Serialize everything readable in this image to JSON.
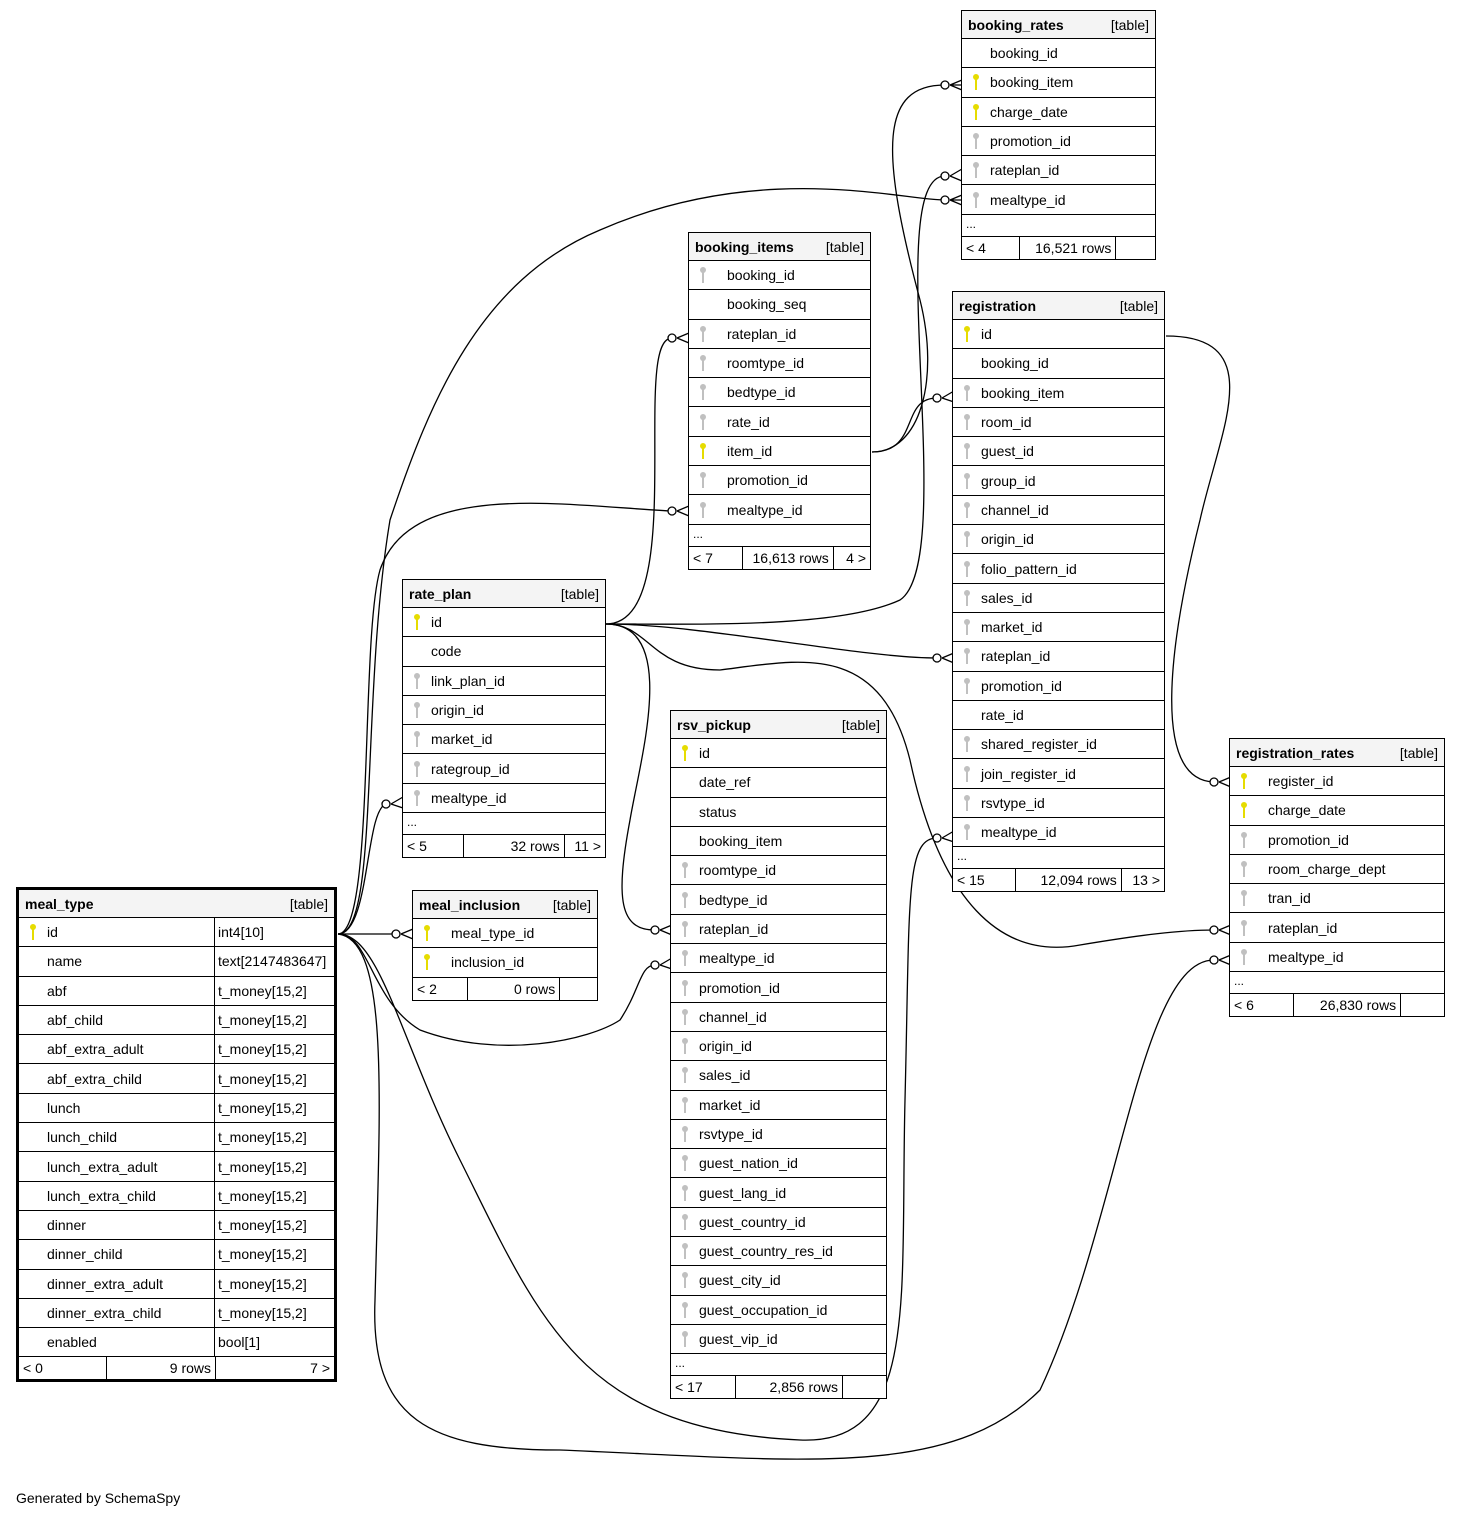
{
  "footer": "Generated by SchemaSpy",
  "tables": {
    "booking_rates": {
      "name": "booking_rates",
      "kind": "[table]",
      "columns": [
        {
          "name": "booking_id",
          "key": "none"
        },
        {
          "name": "booking_item",
          "key": "pk"
        },
        {
          "name": "charge_date",
          "key": "pk"
        },
        {
          "name": "promotion_id",
          "key": "fk"
        },
        {
          "name": "rateplan_id",
          "key": "fk"
        },
        {
          "name": "mealtype_id",
          "key": "fk"
        }
      ],
      "more": "...",
      "parents": "< 4",
      "rows": "16,521 rows",
      "children": ""
    },
    "booking_items": {
      "name": "booking_items",
      "kind": "[table]",
      "columns": [
        {
          "name": "booking_id",
          "key": "fk"
        },
        {
          "name": "booking_seq",
          "key": "none"
        },
        {
          "name": "rateplan_id",
          "key": "fk"
        },
        {
          "name": "roomtype_id",
          "key": "fk"
        },
        {
          "name": "bedtype_id",
          "key": "fk"
        },
        {
          "name": "rate_id",
          "key": "fk"
        },
        {
          "name": "item_id",
          "key": "pk"
        },
        {
          "name": "promotion_id",
          "key": "fk"
        },
        {
          "name": "mealtype_id",
          "key": "fk"
        }
      ],
      "more": "...",
      "parents": "< 7",
      "rows": "16,613 rows",
      "children": "4 >"
    },
    "registration": {
      "name": "registration",
      "kind": "[table]",
      "columns": [
        {
          "name": "id",
          "key": "pk"
        },
        {
          "name": "booking_id",
          "key": "none"
        },
        {
          "name": "booking_item",
          "key": "fk"
        },
        {
          "name": "room_id",
          "key": "fk"
        },
        {
          "name": "guest_id",
          "key": "fk"
        },
        {
          "name": "group_id",
          "key": "fk"
        },
        {
          "name": "channel_id",
          "key": "fk"
        },
        {
          "name": "origin_id",
          "key": "fk"
        },
        {
          "name": "folio_pattern_id",
          "key": "fk"
        },
        {
          "name": "sales_id",
          "key": "fk"
        },
        {
          "name": "market_id",
          "key": "fk"
        },
        {
          "name": "rateplan_id",
          "key": "fk"
        },
        {
          "name": "promotion_id",
          "key": "fk"
        },
        {
          "name": "rate_id",
          "key": "none"
        },
        {
          "name": "shared_register_id",
          "key": "fk"
        },
        {
          "name": "join_register_id",
          "key": "fk"
        },
        {
          "name": "rsvtype_id",
          "key": "fk"
        },
        {
          "name": "mealtype_id",
          "key": "fk"
        }
      ],
      "more": "...",
      "parents": "< 15",
      "rows": "12,094 rows",
      "children": "13 >"
    },
    "rate_plan": {
      "name": "rate_plan",
      "kind": "[table]",
      "columns": [
        {
          "name": "id",
          "key": "pk"
        },
        {
          "name": "code",
          "key": "none"
        },
        {
          "name": "link_plan_id",
          "key": "fk"
        },
        {
          "name": "origin_id",
          "key": "fk"
        },
        {
          "name": "market_id",
          "key": "fk"
        },
        {
          "name": "rategroup_id",
          "key": "fk"
        },
        {
          "name": "mealtype_id",
          "key": "fk"
        }
      ],
      "more": "...",
      "parents": "< 5",
      "rows": "32 rows",
      "children": "11 >"
    },
    "rsv_pickup": {
      "name": "rsv_pickup",
      "kind": "[table]",
      "columns": [
        {
          "name": "id",
          "key": "pk"
        },
        {
          "name": "date_ref",
          "key": "none"
        },
        {
          "name": "status",
          "key": "none"
        },
        {
          "name": "booking_item",
          "key": "none"
        },
        {
          "name": "roomtype_id",
          "key": "fk"
        },
        {
          "name": "bedtype_id",
          "key": "fk"
        },
        {
          "name": "rateplan_id",
          "key": "fk"
        },
        {
          "name": "mealtype_id",
          "key": "fk"
        },
        {
          "name": "promotion_id",
          "key": "fk"
        },
        {
          "name": "channel_id",
          "key": "fk"
        },
        {
          "name": "origin_id",
          "key": "fk"
        },
        {
          "name": "sales_id",
          "key": "fk"
        },
        {
          "name": "market_id",
          "key": "fk"
        },
        {
          "name": "rsvtype_id",
          "key": "fk"
        },
        {
          "name": "guest_nation_id",
          "key": "fk"
        },
        {
          "name": "guest_lang_id",
          "key": "fk"
        },
        {
          "name": "guest_country_id",
          "key": "fk"
        },
        {
          "name": "guest_country_res_id",
          "key": "fk"
        },
        {
          "name": "guest_city_id",
          "key": "fk"
        },
        {
          "name": "guest_occupation_id",
          "key": "fk"
        },
        {
          "name": "guest_vip_id",
          "key": "fk"
        }
      ],
      "more": "...",
      "parents": "< 17",
      "rows": "2,856 rows",
      "children": ""
    },
    "registration_rates": {
      "name": "registration_rates",
      "kind": "[table]",
      "columns": [
        {
          "name": "register_id",
          "key": "pk"
        },
        {
          "name": "charge_date",
          "key": "pk"
        },
        {
          "name": "promotion_id",
          "key": "fk"
        },
        {
          "name": "room_charge_dept",
          "key": "fk"
        },
        {
          "name": "tran_id",
          "key": "fk"
        },
        {
          "name": "rateplan_id",
          "key": "fk"
        },
        {
          "name": "mealtype_id",
          "key": "fk"
        }
      ],
      "more": "...",
      "parents": "< 6",
      "rows": "26,830 rows",
      "children": ""
    },
    "meal_inclusion": {
      "name": "meal_inclusion",
      "kind": "[table]",
      "columns": [
        {
          "name": "meal_type_id",
          "key": "pk"
        },
        {
          "name": "inclusion_id",
          "key": "pk"
        }
      ],
      "more": "",
      "parents": "< 2",
      "rows": "0 rows",
      "children": ""
    },
    "meal_type": {
      "name": "meal_type",
      "kind": "[table]",
      "columns": [
        {
          "name": "id",
          "key": "pk",
          "type": "int4[10]"
        },
        {
          "name": "name",
          "key": "none",
          "type": "text[2147483647]"
        },
        {
          "name": "abf",
          "key": "none",
          "type": "t_money[15,2]"
        },
        {
          "name": "abf_child",
          "key": "none",
          "type": "t_money[15,2]"
        },
        {
          "name": "abf_extra_adult",
          "key": "none",
          "type": "t_money[15,2]"
        },
        {
          "name": "abf_extra_child",
          "key": "none",
          "type": "t_money[15,2]"
        },
        {
          "name": "lunch",
          "key": "none",
          "type": "t_money[15,2]"
        },
        {
          "name": "lunch_child",
          "key": "none",
          "type": "t_money[15,2]"
        },
        {
          "name": "lunch_extra_adult",
          "key": "none",
          "type": "t_money[15,2]"
        },
        {
          "name": "lunch_extra_child",
          "key": "none",
          "type": "t_money[15,2]"
        },
        {
          "name": "dinner",
          "key": "none",
          "type": "t_money[15,2]"
        },
        {
          "name": "dinner_child",
          "key": "none",
          "type": "t_money[15,2]"
        },
        {
          "name": "dinner_extra_adult",
          "key": "none",
          "type": "t_money[15,2]"
        },
        {
          "name": "dinner_extra_child",
          "key": "none",
          "type": "t_money[15,2]"
        },
        {
          "name": "enabled",
          "key": "none",
          "type": "bool[1]"
        }
      ],
      "more": "",
      "parents": "< 0",
      "rows": "9 rows",
      "children": "7 >"
    }
  },
  "relationships": [
    {
      "from": "meal_type.id",
      "to": "booking_rates.mealtype_id"
    },
    {
      "from": "meal_type.id",
      "to": "booking_items.mealtype_id"
    },
    {
      "from": "meal_type.id",
      "to": "rate_plan.mealtype_id"
    },
    {
      "from": "meal_type.id",
      "to": "meal_inclusion.meal_type_id"
    },
    {
      "from": "meal_type.id",
      "to": "rsv_pickup.mealtype_id"
    },
    {
      "from": "meal_type.id",
      "to": "registration.mealtype_id"
    },
    {
      "from": "meal_type.id",
      "to": "registration_rates.mealtype_id"
    },
    {
      "from": "rate_plan.id",
      "to": "booking_items.rateplan_id"
    },
    {
      "from": "rate_plan.id",
      "to": "booking_rates.rateplan_id"
    },
    {
      "from": "rate_plan.id",
      "to": "registration.rateplan_id"
    },
    {
      "from": "rate_plan.id",
      "to": "rsv_pickup.rateplan_id"
    },
    {
      "from": "rate_plan.id",
      "to": "registration_rates.rateplan_id"
    },
    {
      "from": "booking_items.item_id",
      "to": "booking_rates.booking_item"
    },
    {
      "from": "booking_items.item_id",
      "to": "registration.booking_item"
    },
    {
      "from": "registration.id",
      "to": "registration_rates.register_id"
    }
  ]
}
